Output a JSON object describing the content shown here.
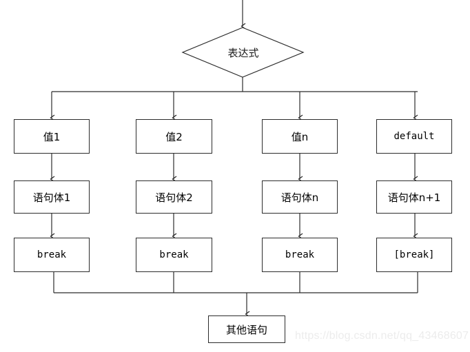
{
  "diagram": {
    "title_node": {
      "label": "表达式",
      "shape": "diamond"
    },
    "branch_row": {
      "nodes": [
        {
          "label": "值1"
        },
        {
          "label": "值2"
        },
        {
          "label": "值n"
        },
        {
          "label": "default"
        }
      ]
    },
    "body_row": {
      "nodes": [
        {
          "label": "语句体1"
        },
        {
          "label": "语句体2"
        },
        {
          "label": "语句体n"
        },
        {
          "label": "语句体n+1"
        }
      ]
    },
    "break_row": {
      "nodes": [
        {
          "label": "break"
        },
        {
          "label": "break"
        },
        {
          "label": "break"
        },
        {
          "label": "[break]"
        }
      ]
    },
    "exit_node": {
      "label": "其他语句"
    },
    "watermark": "https://blog.csdn.net/qq_43468607",
    "colors": {
      "stroke": "#2b2b2b",
      "text": "#1a1a1a",
      "background": "#ffffff",
      "watermark": "#ececec"
    }
  }
}
